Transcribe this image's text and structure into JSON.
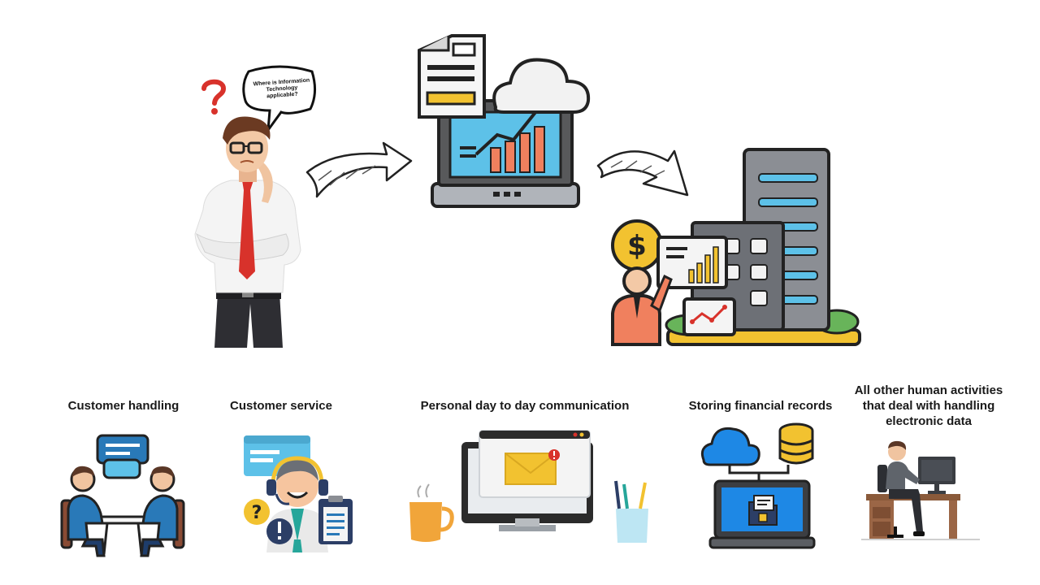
{
  "speech_bubble": {
    "text": "Where is Information Technology applicable?"
  },
  "top_row": {
    "person_icon": "thinking-man-icon",
    "laptop_icon": "laptop-cloud-analytics-icon",
    "business_icon": "business-building-finance-icon"
  },
  "applications": [
    {
      "label": "Customer handling",
      "icon": "meeting-people-icon"
    },
    {
      "label": "Customer service",
      "icon": "support-agent-icon"
    },
    {
      "label": "Personal day to day communication",
      "icon": "email-computer-icon"
    },
    {
      "label": "Storing financial records",
      "icon": "cloud-database-laptop-icon"
    },
    {
      "label": "All other human activities that deal with handling electronic data",
      "icon": "man-at-computer-desk-icon"
    }
  ],
  "colors": {
    "dark_outline": "#2b2b2b",
    "screen_blue": "#5dc1e8",
    "chart_orange": "#f0805e",
    "cloud_blue": "#1e88e5",
    "gold": "#f2c230",
    "tie_red": "#d8322b",
    "navy": "#2c3e66"
  }
}
